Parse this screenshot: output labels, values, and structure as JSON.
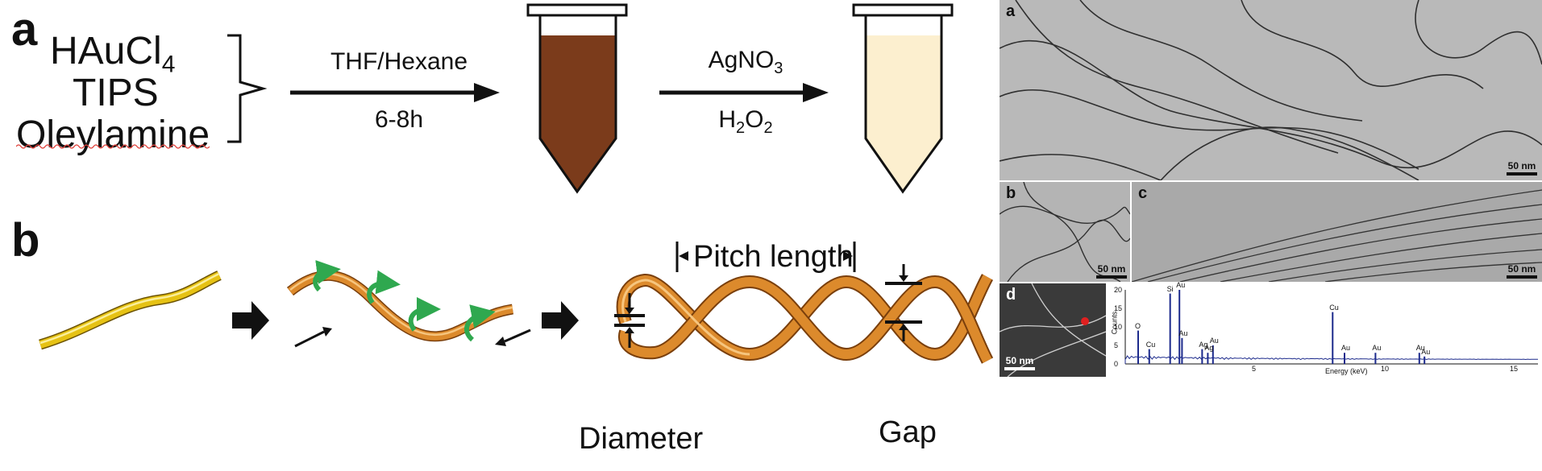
{
  "panel_a": {
    "letter": "a",
    "reagents": [
      "HAuCl",
      "TIPS",
      "Oleylamine"
    ],
    "reagent_sub": "4",
    "step1": {
      "top": "THF/Hexane",
      "bottom": "6-8h"
    },
    "step2": {
      "top_main": "AgNO",
      "top_sub": "3",
      "bottom_main": "H",
      "bottom_sub1": "2",
      "bottom_mid": "O",
      "bottom_sub2": "2"
    },
    "colors": {
      "brown_solution": "#7b3b1b",
      "pale_solution": "#fcefcf"
    }
  },
  "panel_b": {
    "letter": "b",
    "labels": {
      "pitch": "Pitch length",
      "diameter": "Diameter",
      "gap": "Gap"
    },
    "colors": {
      "gold": "#e6c214",
      "orange": "#dc8a2c",
      "green": "#2fa84f"
    }
  },
  "micrographs": {
    "a": {
      "letter": "a",
      "scale": "50 nm"
    },
    "b": {
      "letter": "b",
      "scale": "50 nm"
    },
    "c": {
      "letter": "c",
      "scale": "50 nm"
    },
    "d": {
      "letter": "d",
      "scale": "50 nm"
    }
  },
  "eds": {
    "ylabel": "Counts",
    "xlabel": "Energy (keV)",
    "yticks": [
      "20",
      "15",
      "10",
      "5",
      "0"
    ],
    "xticks": [
      "5",
      "10",
      "15"
    ],
    "peaks": [
      {
        "label": "O",
        "energy": 0.5,
        "counts": 9
      },
      {
        "label": "Au",
        "energy": 2.1,
        "counts": 20
      },
      {
        "label": "Si",
        "energy": 1.74,
        "counts": 19
      },
      {
        "label": "Au",
        "energy": 2.2,
        "counts": 7
      },
      {
        "label": "Ag",
        "energy": 2.98,
        "counts": 4
      },
      {
        "label": "Au",
        "energy": 3.4,
        "counts": 5
      },
      {
        "label": "Ag",
        "energy": 3.2,
        "counts": 3
      },
      {
        "label": "Cu",
        "energy": 8.04,
        "counts": 14
      },
      {
        "label": "Cu",
        "energy": 0.93,
        "counts": 4
      },
      {
        "label": "Au",
        "energy": 8.5,
        "counts": 3
      },
      {
        "label": "Au",
        "energy": 9.7,
        "counts": 3
      },
      {
        "label": "Au",
        "energy": 11.4,
        "counts": 3
      },
      {
        "label": "Au",
        "energy": 11.6,
        "counts": 2
      }
    ]
  }
}
